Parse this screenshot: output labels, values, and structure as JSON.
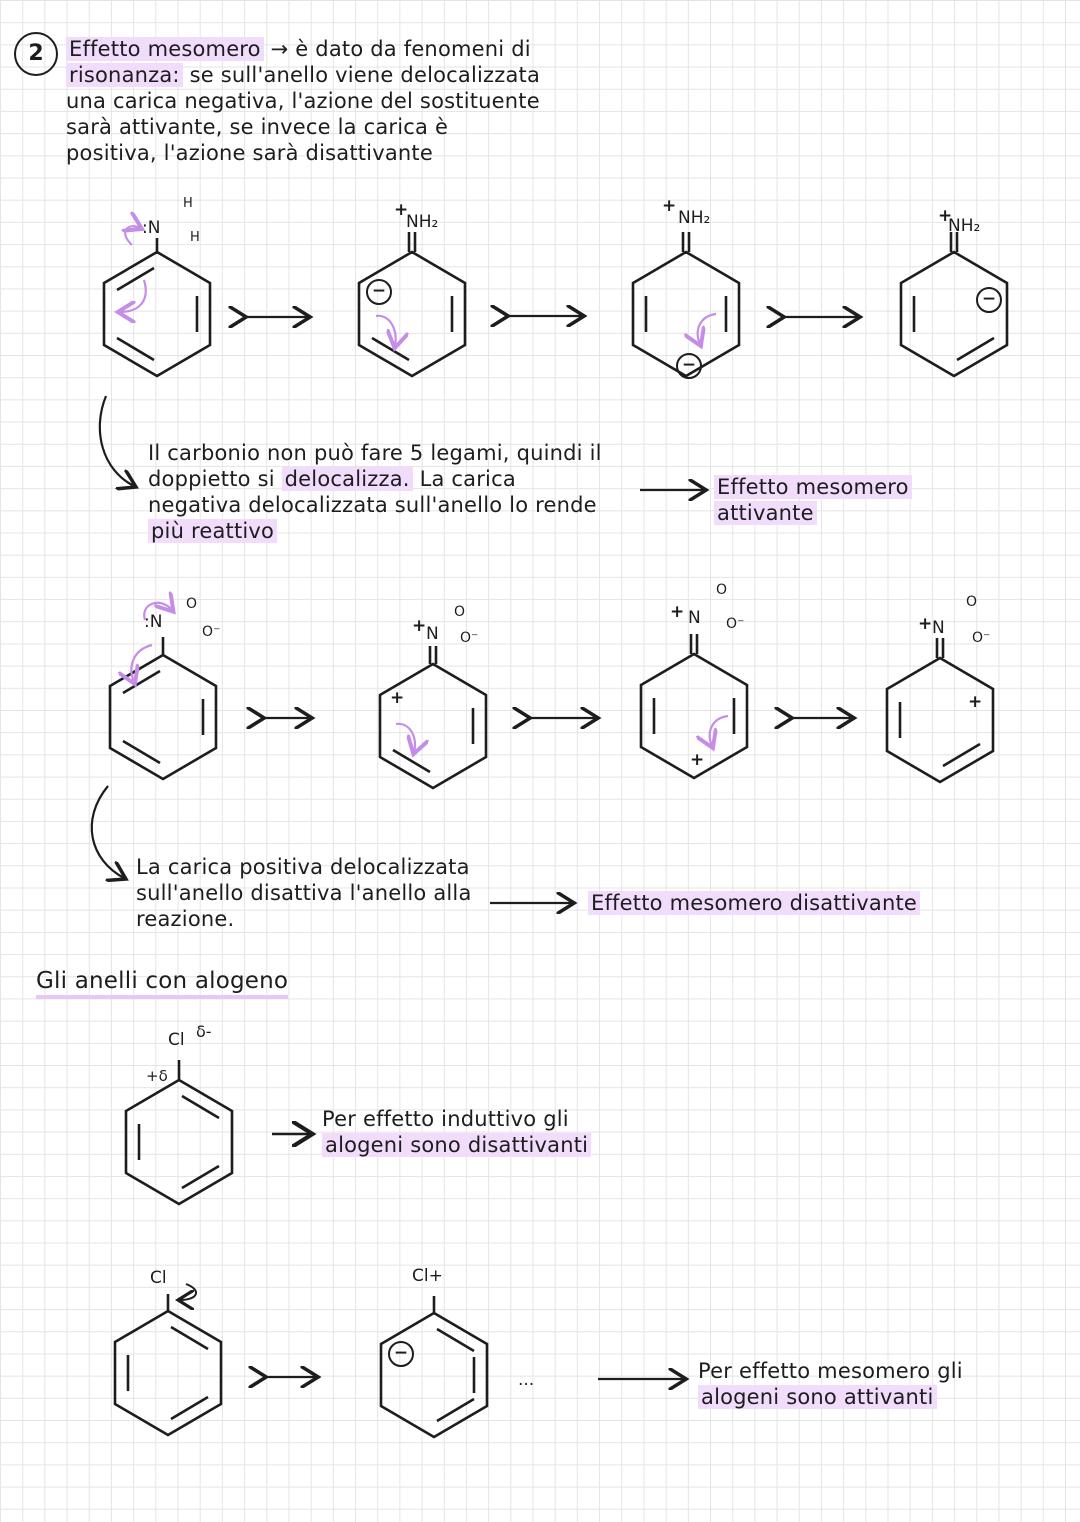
{
  "section": {
    "number": "2",
    "title": "Effetto mesomero",
    "intro_rest": "→ è dato da fenomeni di",
    "intro_line2_hl": "risonanza:",
    "intro_line2_rest": "se sull'anello viene delocalizzata",
    "intro_line3": "una carica negativa, l'azione del sostituente",
    "intro_line4": "sarà attivante, se invece la carica è",
    "intro_line5": "positiva, l'azione sarà disattivante"
  },
  "amine_row": {
    "labels": {
      "n": "N",
      "h1": "H",
      "h2": "H",
      "lone_pair": ":",
      "nh2": "NH₂",
      "plus": "+",
      "minus": "−"
    },
    "arrow": "⟷",
    "note_line1": "Il carbonio non può fare 5 legami, quindi il",
    "note_line2_a": "doppietto si",
    "note_line2_hl": "delocalizza.",
    "note_line2_b": "La carica",
    "note_line3": "negativa delocalizzata sull'anello lo rende",
    "note_line4": "più reattivo",
    "result_line1": "Effetto mesomero",
    "result_line2": "attivante"
  },
  "nitro_row": {
    "labels": {
      "n": "N",
      "o": "O",
      "o_minus": "O⁻",
      "plus": "+",
      "lone_pair": ":"
    },
    "note_line1": "La carica positiva delocalizzata",
    "note_line2": "sull'anello disattiva l'anello alla",
    "note_line3": "reazione.",
    "result": "Effetto mesomero disattivante"
  },
  "halogen": {
    "heading": "Gli anelli con alogeno",
    "cl_label": "Cl",
    "delta_minus": "δ-",
    "delta_plus": "+δ",
    "inductive_line1": "Per effetto induttivo gli",
    "inductive_line2": "alogeni sono disattivanti",
    "cl_plus": "Cl+",
    "minus": "−",
    "dots": "...",
    "mesomeric_line1": "Per effetto mesomero gli",
    "mesomeric_line2": "alogeni sono attivanti"
  },
  "colors": {
    "accent": "#c58de8",
    "highlight": "#f1dcfb",
    "ink": "#1d1d1f"
  }
}
